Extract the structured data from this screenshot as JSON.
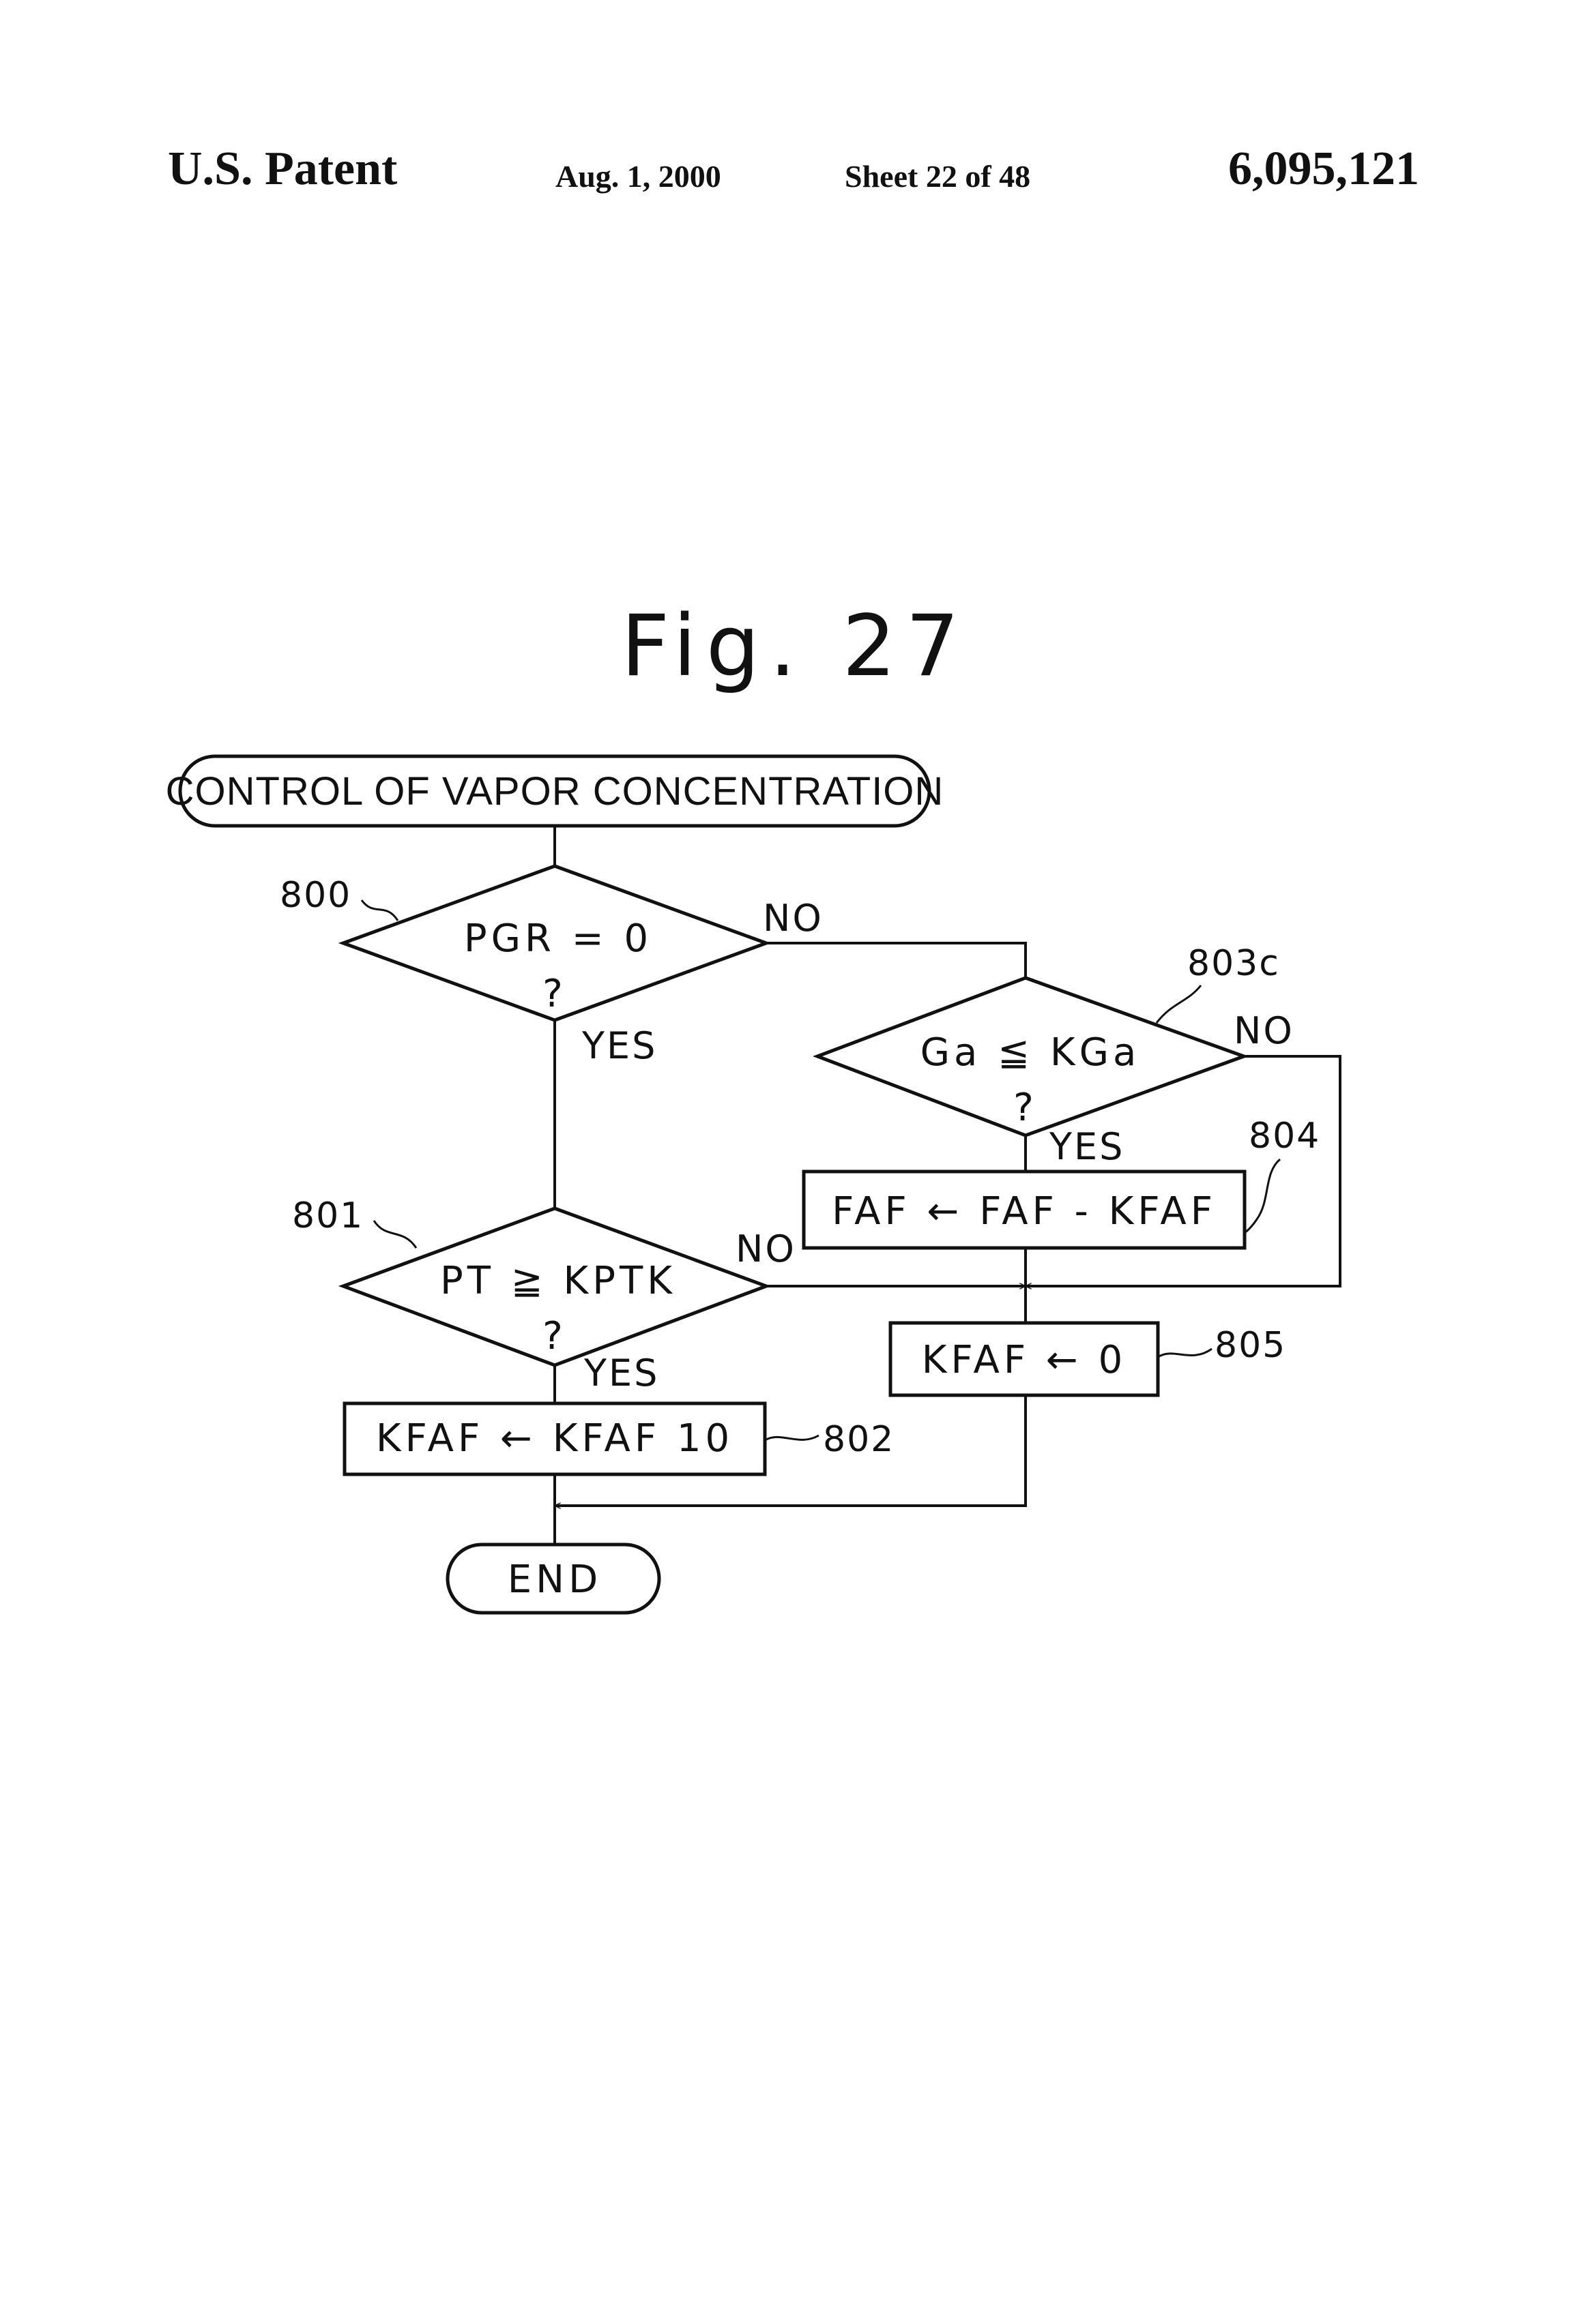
{
  "header": {
    "left": "U.S. Patent",
    "date": "Aug. 1, 2000",
    "sheet": "Sheet 22 of 48",
    "patent_number": "6,095,121"
  },
  "figure": {
    "title": "Fig. 27",
    "start": "CONTROL OF VAPOR CONCENTRATION",
    "end": "END",
    "steps": {
      "s800": {
        "ref": "800",
        "text": "PGR = 0",
        "q": "?",
        "yes": "YES",
        "no": "NO"
      },
      "s801": {
        "ref": "801",
        "text": "PT ≧ KPTK",
        "q": "?",
        "yes": "YES",
        "no": "NO"
      },
      "s802": {
        "ref": "802",
        "text": "KFAF ← KFAF 10"
      },
      "s803c": {
        "ref": "803c",
        "text": "Ga ≦ KGa",
        "q": "?",
        "yes": "YES",
        "no": "NO"
      },
      "s804": {
        "ref": "804",
        "text": "FAF ← FAF - KFAF"
      },
      "s805": {
        "ref": "805",
        "text": "KFAF ← 0"
      }
    }
  }
}
